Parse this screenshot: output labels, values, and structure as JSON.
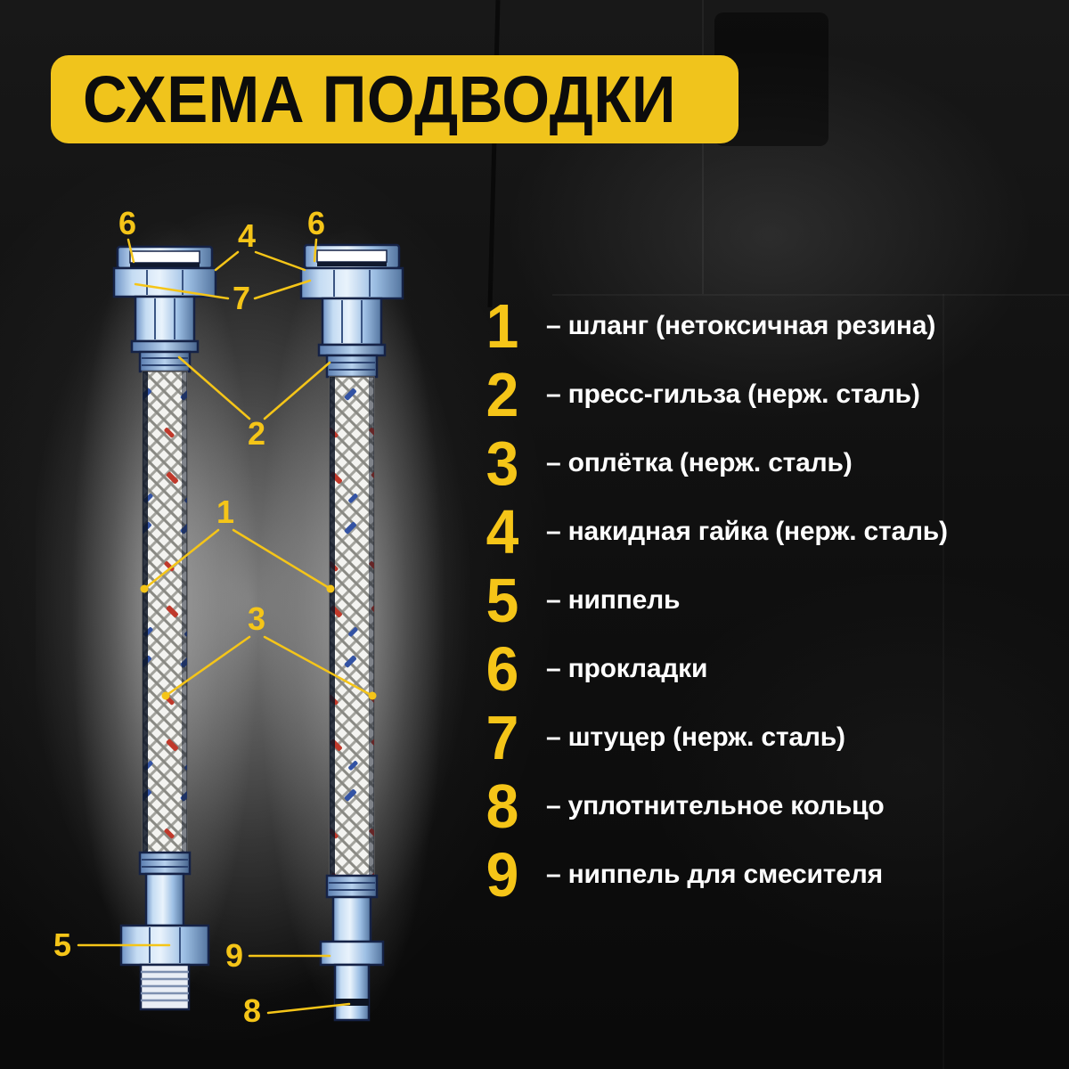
{
  "title": "СХЕМА ПОДВОДКИ",
  "colors": {
    "accent_yellow": "#f5c518",
    "banner_yellow": "#f0c41c",
    "text_white": "#ffffff",
    "background_dark": "#0f0f0f",
    "fitting_blue_light": "#d9eafa",
    "fitting_blue_dark": "#54759f",
    "outline_navy": "#152246",
    "braid_fleck_red": "#c0392b",
    "braid_fleck_blue": "#3353a4"
  },
  "diagram": {
    "callouts": [
      "6",
      "4",
      "6",
      "7",
      "2",
      "1",
      "3",
      "5",
      "9",
      "8"
    ]
  },
  "legend": {
    "items": [
      {
        "number": "1",
        "text": "– шланг (нетоксичная резина)"
      },
      {
        "number": "2",
        "text": "– пресс-гильза (нерж. сталь)"
      },
      {
        "number": "3",
        "text": "– оплётка (нерж. сталь)"
      },
      {
        "number": "4",
        "text": "– накидная гайка (нерж. сталь)"
      },
      {
        "number": "5",
        "text": "– ниппель"
      },
      {
        "number": "6",
        "text": "– прокладки"
      },
      {
        "number": "7",
        "text": "– штуцер (нерж. сталь)"
      },
      {
        "number": "8",
        "text": "– уплотнительное кольцо"
      },
      {
        "number": "9",
        "text": "– ниппель для смесителя"
      }
    ]
  }
}
